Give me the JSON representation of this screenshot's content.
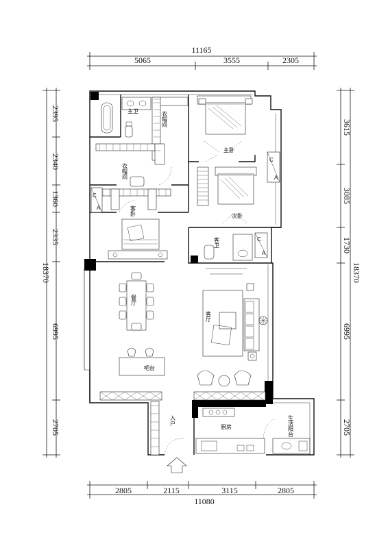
{
  "dimensions": {
    "top_total": "11165",
    "top": [
      "5065",
      "3555",
      "2305"
    ],
    "bottom_total": "11080",
    "bottom": [
      "2805",
      "2115",
      "3115",
      "2805"
    ],
    "left_total": "18370",
    "left": [
      "2395",
      "2340",
      "1360",
      "2335",
      "6995",
      "2705"
    ],
    "right_total": "18370",
    "right": [
      "3615",
      "3085",
      "1730",
      "6995",
      "2705"
    ]
  },
  "rooms": {
    "master_bath": "主卫",
    "closet_1": "衣帽间",
    "master_bedroom": "主卧",
    "closet_2": "衣帽间",
    "second_bedroom": "次卧",
    "guest_bedroom": "客卧",
    "guest_bath": "客卫",
    "dining": "餐厅",
    "living": "客厅",
    "bar": "吧台",
    "entrance": "入户",
    "kitchen": "厨房",
    "balcony": "生活阳台"
  },
  "markers": {
    "c": "C",
    "a": "A"
  }
}
